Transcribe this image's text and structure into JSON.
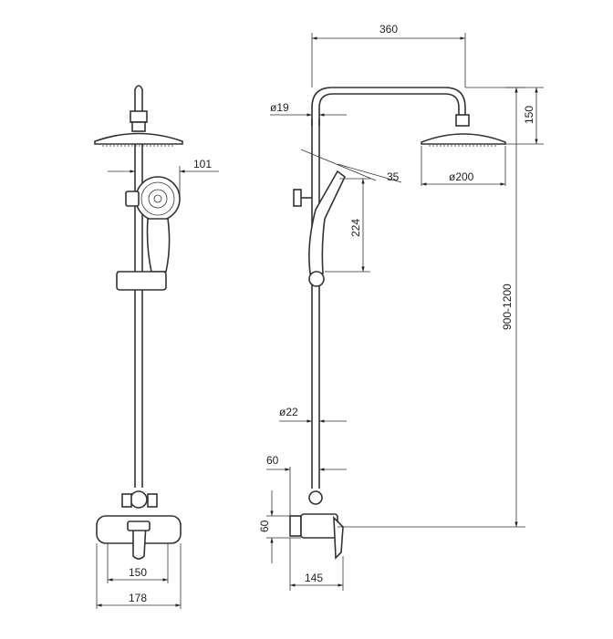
{
  "dimensions": {
    "arm_length": "360",
    "head_height": "150",
    "pipe_diameter_top": "ø19",
    "hand_shower_angle": "35",
    "hand_shower_length": "224",
    "head_diameter": "ø200",
    "height_range": "900-1200",
    "pipe_diameter_bottom": "ø22",
    "mixer_offset": "60",
    "mixer_height": "60",
    "mixer_depth": "145",
    "hand_shower_offset": "101",
    "mixer_spacing": "150",
    "mixer_width": "178"
  }
}
